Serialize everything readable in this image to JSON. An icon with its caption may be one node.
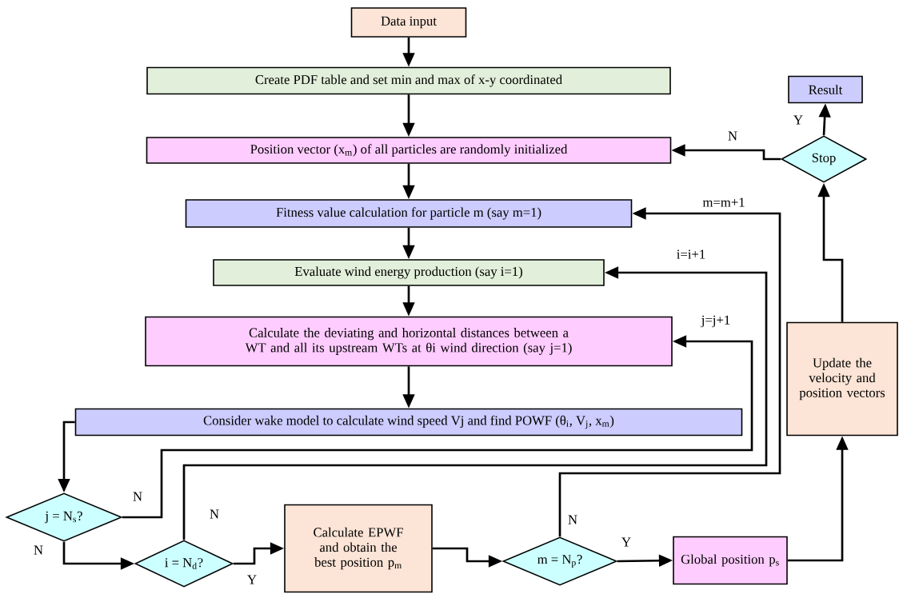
{
  "diagram": {
    "nodes": [
      {
        "text": [
          "Data input"
        ]
      },
      {
        "text": [
          "Create PDF table and set min and max of x-y coordinated"
        ]
      },
      {
        "text": [
          "Position vector (x$_{m}$) of all particles are randomly initialized"
        ]
      },
      {
        "text": [
          "Fitness value calculation for particle m (say m=1)"
        ]
      },
      {
        "text": [
          "Evaluate wind energy production (say i=1)"
        ]
      },
      {
        "text": [
          "Calculate the deviating and horizontal distances between a WT and all its upstream WTs at θi wind direction (say j=1)"
        ]
      },
      {
        "text": [
          "Consider wake model to calculate wind speed Vj and find POWF (θ$_{i}$, V$_{j}$, x$_{m}$)"
        ]
      },
      {
        "text": [
          "j = N$_{s}$?"
        ]
      },
      {
        "text": [
          "i = N$_{d}$?"
        ]
      },
      {
        "text": [
          "Calculate EPWF and obtain the best position p$_{m}$"
        ]
      },
      {
        "text": [
          "m = N$_{p}$?"
        ]
      },
      {
        "text": [
          "Global position p$_{s}$"
        ]
      },
      {
        "text": [
          "Update the velocity and position vectors"
        ]
      },
      {
        "text": [
          "Stop"
        ]
      },
      {
        "text": [
          "Result"
        ]
      }
    ],
    "edges": [
      {
        "from": 0,
        "to": 1,
        "arrow": "to"
      },
      {
        "from": 1,
        "to": 2,
        "arrow": "to"
      },
      {
        "from": 2,
        "to": 3,
        "arrow": "to"
      },
      {
        "from": 3,
        "to": 4,
        "arrow": "to"
      },
      {
        "from": 4,
        "to": 5,
        "arrow": "to"
      },
      {
        "from": 5,
        "to": 6,
        "arrow": "to"
      },
      {
        "from": 6,
        "to": 7,
        "arrow": "to"
      },
      {
        "from": 7,
        "to": 8,
        "arrow": "to",
        "label": "N"
      },
      {
        "from": 7,
        "to": 5,
        "arrow": "to",
        "label": "N"
      },
      {
        "from": 8,
        "to": 4,
        "arrow": "to",
        "label": "N"
      },
      {
        "from": 8,
        "to": 9,
        "arrow": "to",
        "label": "Y"
      },
      {
        "from": 9,
        "to": 10,
        "arrow": "to"
      },
      {
        "from": 10,
        "to": 3,
        "arrow": "to",
        "label": "N"
      },
      {
        "from": 10,
        "to": 11,
        "arrow": "to",
        "label": "Y"
      },
      {
        "from": 11,
        "to": 12,
        "arrow": "to"
      },
      {
        "from": 12,
        "to": 13,
        "arrow": "to"
      },
      {
        "from": 13,
        "to": 2,
        "arrow": "to",
        "label": "N"
      },
      {
        "from": 13,
        "to": 14,
        "arrow": "to",
        "label": "Y"
      }
    ],
    "labels": [
      "m=m+1",
      "i=i+1",
      "j=j+1"
    ]
  }
}
